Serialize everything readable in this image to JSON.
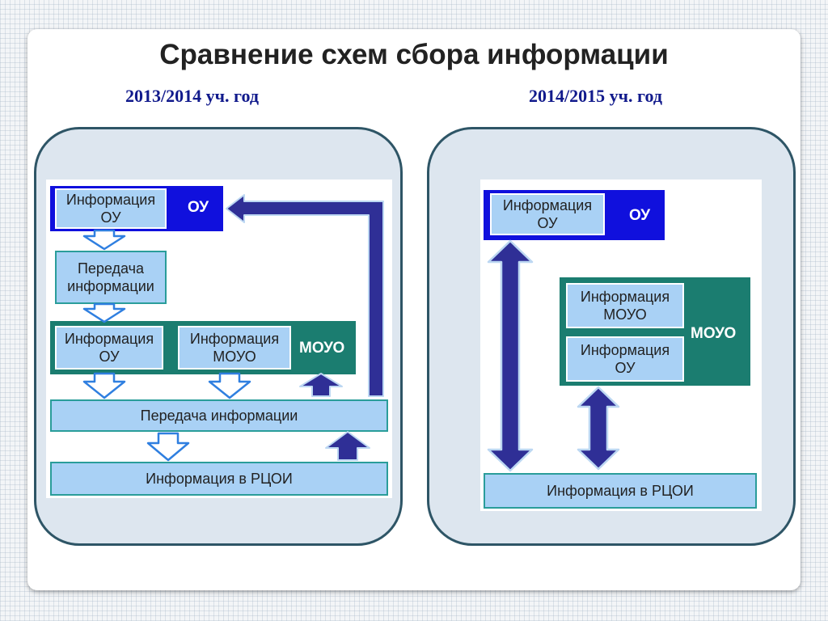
{
  "title": "Сравнение схем сбора информации",
  "left": {
    "year": "2013/2014 уч. год",
    "ou_info": "Информация\nОУ",
    "ou_label": "ОУ",
    "transfer_small": "Передача\nинформации",
    "mouo_ou_info": "Информация\nОУ",
    "mouo_info": "Информация\nМОУО",
    "mouo_label": "МОУО",
    "transfer_wide": "Передача информации",
    "rcoi": "Информация в РЦОИ"
  },
  "right": {
    "year": "2014/2015 уч. год",
    "ou_info": "Информация\nОУ",
    "ou_label": "ОУ",
    "mouo_info": "Информация\nМОУО",
    "mouo_ou_info": "Информация\nОУ",
    "mouo_label": "МОУО",
    "rcoi": "Информация в РЦОИ"
  },
  "colors": {
    "ou_band": "#1010dd",
    "mouo_band": "#1b7d70",
    "info_box": "#a9d1f5",
    "arrow_dark": "#2f2f96",
    "frame_border": "#2e5566"
  }
}
